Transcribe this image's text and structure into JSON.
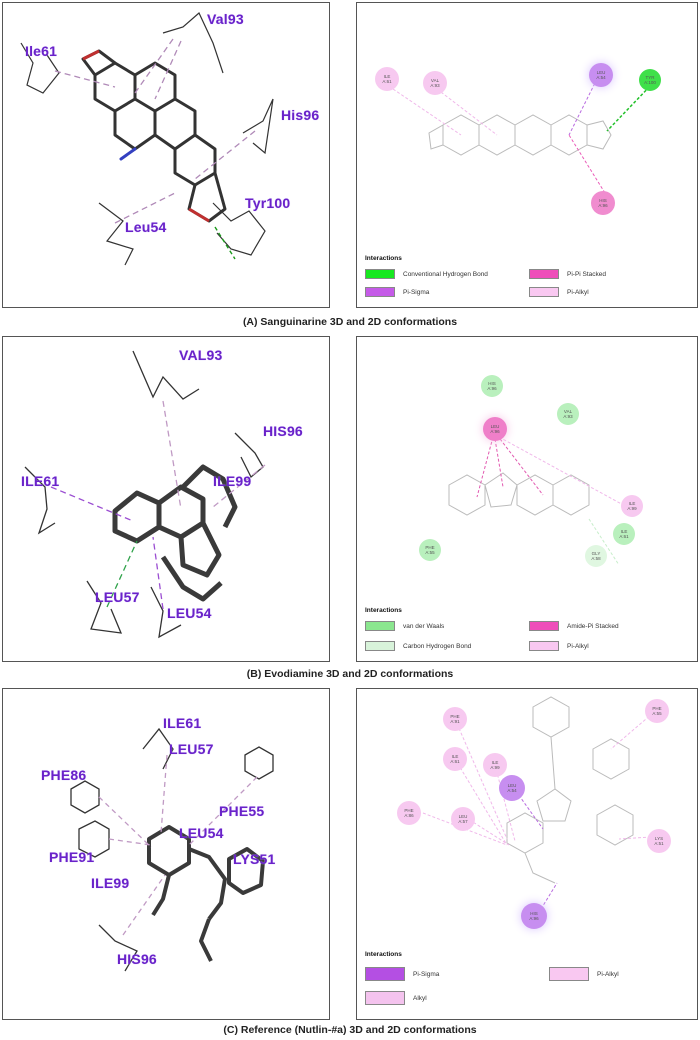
{
  "figure": {
    "panels": [
      {
        "caption": "(A) Sanguinarine  3D and  2D conformations",
        "labels3d": [
          "Ile61",
          "Val93",
          "His96",
          "Tyr100",
          "Leu54"
        ],
        "residues2d": [
          {
            "name": "ILE",
            "num": "A:61",
            "color": "#f7c9f0"
          },
          {
            "name": "VAL",
            "num": "A:93",
            "color": "#f7c9f0"
          },
          {
            "name": "LEU",
            "num": "A:54",
            "color": "#c78ef0"
          },
          {
            "name": "TYR",
            "num": "A:100",
            "color": "#3fe04a"
          },
          {
            "name": "HIS",
            "num": "A:96",
            "color": "#f08ccf"
          }
        ],
        "legend_title": "Interactions",
        "legend": [
          {
            "label": "Conventional Hydrogen Bond",
            "color": "#17e81f"
          },
          {
            "label": "Pi-Pi Stacked",
            "color": "#ee4fba"
          },
          {
            "label": "Pi-Sigma",
            "color": "#c55be8"
          },
          {
            "label": "Pi-Alkyl",
            "color": "#f9c8f1"
          }
        ]
      },
      {
        "caption": "(B) Evodiamine  3D and  2D conformations",
        "labels3d": [
          "VAL93",
          "HIS96",
          "ILE61",
          "ILE99",
          "LEU57",
          "LEU54"
        ],
        "residues2d": [
          {
            "name": "HIS",
            "num": "A:96",
            "color": "#b9f0bd"
          },
          {
            "name": "LEU",
            "num": "A:96",
            "color": "#ef7fc9"
          },
          {
            "name": "VAL",
            "num": "A:93",
            "color": "#b9f0bd"
          },
          {
            "name": "ILE",
            "num": "A:99",
            "color": "#f7c9f0"
          },
          {
            "name": "ILE",
            "num": "A:61",
            "color": "#b9f0bd"
          },
          {
            "name": "GLY",
            "num": "A:58",
            "color": "#e0f7e1"
          },
          {
            "name": "PHE",
            "num": "A:55",
            "color": "#b9f0bd"
          }
        ],
        "legend_title": "Interactions",
        "legend": [
          {
            "label": "van der Waals",
            "color": "#8be68f"
          },
          {
            "label": "Amide-Pi Stacked",
            "color": "#ee4fba"
          },
          {
            "label": "Carbon Hydrogen Bond",
            "color": "#d8f3da"
          },
          {
            "label": "Pi-Alkyl",
            "color": "#f9c8f1"
          }
        ]
      },
      {
        "caption": "(C) Reference (Nutlin-#a)  3D and  2D  conformations",
        "labels3d": [
          "ILE61",
          "LEU57",
          "PHE86",
          "PHE55",
          "LEU54",
          "LYS51",
          "PHE91",
          "ILE99",
          "HIS96"
        ],
        "residues2d": [
          {
            "name": "PHE",
            "num": "A:91",
            "color": "#f7c9f0"
          },
          {
            "name": "ILE",
            "num": "A:99",
            "color": "#f7c9f0"
          },
          {
            "name": "ILE",
            "num": "A:61",
            "color": "#f7c9f0"
          },
          {
            "name": "LEU",
            "num": "A:54",
            "color": "#c78ef0"
          },
          {
            "name": "PHE",
            "num": "A:86",
            "color": "#f7c9f0"
          },
          {
            "name": "LEU",
            "num": "A:57",
            "color": "#f7c9f0"
          },
          {
            "name": "PHE",
            "num": "A:55",
            "color": "#f7c9f0"
          },
          {
            "name": "LYS",
            "num": "A:51",
            "color": "#f7c9f0"
          },
          {
            "name": "HIS",
            "num": "A:96",
            "color": "#c78ef0"
          }
        ],
        "legend_title": "Interactions",
        "legend": [
          {
            "label": "Pi-Sigma",
            "color": "#b44fe3"
          },
          {
            "label": "Pi-Alkyl",
            "color": "#f9c8f1"
          },
          {
            "label": "Alkyl",
            "color": "#f4c3ee"
          }
        ]
      }
    ]
  }
}
